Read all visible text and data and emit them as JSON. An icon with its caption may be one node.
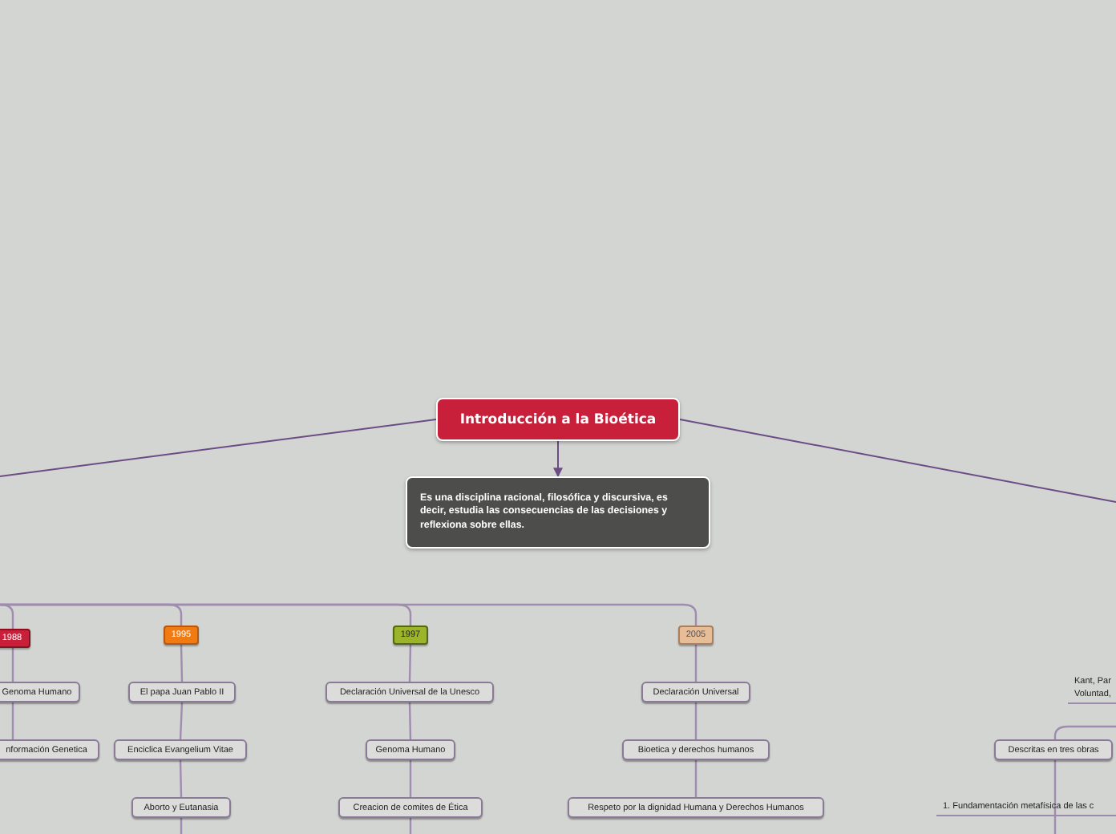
{
  "diagram": {
    "nodes": [
      {
        "text": [
          "Introducción a la Bioética"
        ]
      },
      {
        "text": [
          "Es una disciplina racional, filosófica y discursiva, es decir, estudia las consecuencias de las decisiones y reflexiona sobre ellas."
        ]
      },
      {
        "text": [
          "1988"
        ]
      },
      {
        "text": [
          "1995"
        ]
      },
      {
        "text": [
          "1997"
        ]
      },
      {
        "text": [
          "2005"
        ]
      },
      {
        "text": [
          "Genoma Humano"
        ]
      },
      {
        "text": [
          "nformación Genetica"
        ]
      },
      {
        "text": [
          "El papa Juan Pablo II"
        ]
      },
      {
        "text": [
          "Enciclica Evangelium Vitae"
        ]
      },
      {
        "text": [
          "Aborto y Eutanasia"
        ]
      },
      {
        "text": [
          "Declaración Universal de la Unesco"
        ]
      },
      {
        "text": [
          "Genoma Humano"
        ]
      },
      {
        "text": [
          "Creacion de comites de Ética"
        ]
      },
      {
        "text": [
          "Declaración Universal"
        ]
      },
      {
        "text": [
          "Bioetica y derechos humanos"
        ]
      },
      {
        "text": [
          "Respeto por la dignidad Humana y Derechos Humanos"
        ]
      },
      {
        "text": [
          "Kant, Par Voluntad,"
        ]
      },
      {
        "text": [
          "Descritas en tres obras"
        ]
      },
      {
        "text": [
          "1. Fundamentación metafísica de las c"
        ]
      }
    ],
    "edges": [
      {
        "from": 0,
        "to": 1,
        "arrow": "to",
        "color": "#6b4c85"
      },
      {
        "from": 0,
        "to": null,
        "arrow": "none",
        "color": "#6b4c85"
      },
      {
        "from": 0,
        "to": null,
        "arrow": "none",
        "color": "#6b4c85"
      },
      {
        "from": null,
        "to": 2,
        "arrow": "none"
      },
      {
        "from": null,
        "to": 3,
        "arrow": "none"
      },
      {
        "from": null,
        "to": 4,
        "arrow": "none"
      },
      {
        "from": null,
        "to": 5,
        "arrow": "none"
      },
      {
        "from": 2,
        "to": 6,
        "arrow": "none"
      },
      {
        "from": 6,
        "to": 7,
        "arrow": "none"
      },
      {
        "from": 3,
        "to": 8,
        "arrow": "none"
      },
      {
        "from": 8,
        "to": 9,
        "arrow": "none"
      },
      {
        "from": 9,
        "to": 10,
        "arrow": "none"
      },
      {
        "from": 10,
        "to": null,
        "arrow": "none"
      },
      {
        "from": 4,
        "to": 11,
        "arrow": "none"
      },
      {
        "from": 11,
        "to": 12,
        "arrow": "none"
      },
      {
        "from": 12,
        "to": 13,
        "arrow": "none"
      },
      {
        "from": 13,
        "to": null,
        "arrow": "none"
      },
      {
        "from": 5,
        "to": 14,
        "arrow": "none"
      },
      {
        "from": 14,
        "to": 15,
        "arrow": "none"
      },
      {
        "from": 15,
        "to": 16,
        "arrow": "none"
      },
      {
        "from": null,
        "to": 18,
        "arrow": "none"
      },
      {
        "from": 18,
        "to": 19,
        "arrow": "none"
      },
      {
        "from": 19,
        "to": null,
        "arrow": "none"
      }
    ]
  }
}
